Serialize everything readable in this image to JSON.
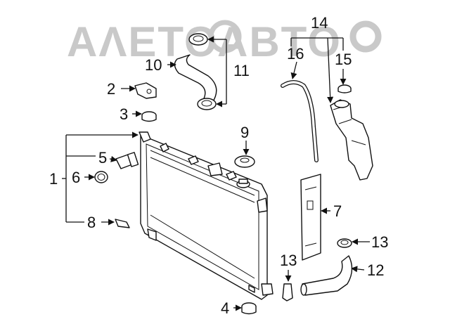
{
  "watermark": "ΑΛΕΤΟΑΒΤΟ",
  "callouts": {
    "c1": "1",
    "c2": "2",
    "c3": "3",
    "c4": "4",
    "c5": "5",
    "c6": "6",
    "c7": "7",
    "c8": "8",
    "c9": "9",
    "c10": "10",
    "c11": "11",
    "c12": "12",
    "c13a": "13",
    "c13b": "13",
    "c14": "14",
    "c15": "15",
    "c16": "16"
  }
}
